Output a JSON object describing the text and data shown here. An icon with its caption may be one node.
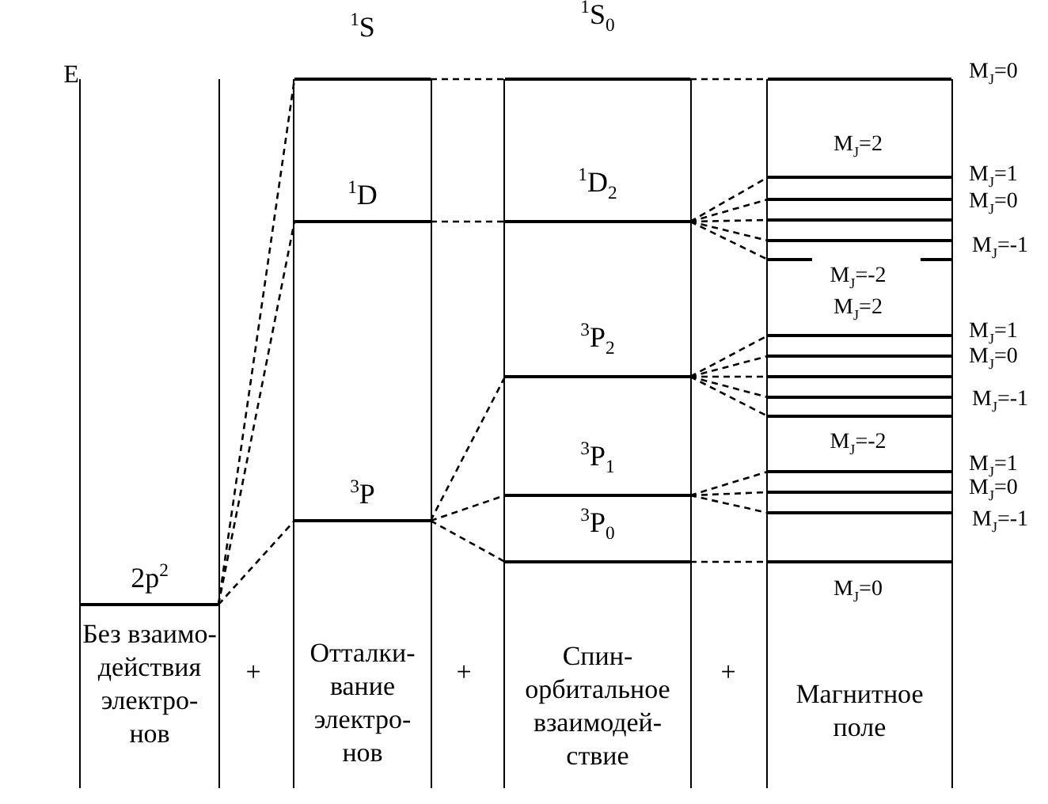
{
  "diagram": {
    "nodes": [
      {
        "text": [
          "Без взаимо- действия электро- нов"
        ]
      },
      {
        "text": [
          "2p$^{2}$"
        ],
        "in": 0
      },
      {
        "text": [
          "Отталки- вание электро- нов"
        ]
      },
      {
        "text": [
          "$^{1}$S"
        ],
        "in": 2
      },
      {
        "text": [
          "$^{1}$D"
        ],
        "in": 2
      },
      {
        "text": [
          "$^{3}$P"
        ],
        "in": 2
      },
      {
        "text": [
          "Спин- орбитальное взаимодей- ствие"
        ]
      },
      {
        "text": [
          "$^{1}$S$_{0}$"
        ],
        "in": 6
      },
      {
        "text": [
          "$^{1}$D$_{2}$"
        ],
        "in": 6
      },
      {
        "text": [
          "$^{3}$P$_{2}$"
        ],
        "in": 6
      },
      {
        "text": [
          "$^{3}$P$_{1}$"
        ],
        "in": 6
      },
      {
        "text": [
          "$^{3}$P$_{0}$"
        ],
        "in": 6
      },
      {
        "text": [
          "Магнитное поле"
        ]
      },
      {
        "text": [],
        "shape": "bar",
        "in": 12
      },
      {
        "text": [],
        "shape": "bar",
        "in": 12
      },
      {
        "text": [],
        "shape": "bar",
        "in": 12
      },
      {
        "text": [],
        "shape": "bar",
        "in": 12
      },
      {
        "text": [],
        "shape": "bar",
        "in": 12
      },
      {
        "text": [],
        "shape": "bar",
        "in": 12
      },
      {
        "text": [],
        "shape": "bar",
        "in": 12
      },
      {
        "text": [],
        "shape": "bar",
        "in": 12
      },
      {
        "text": [],
        "shape": "bar",
        "in": 12
      },
      {
        "text": [],
        "shape": "bar",
        "in": 12
      },
      {
        "text": [],
        "shape": "bar",
        "in": 12
      },
      {
        "text": [],
        "shape": "bar",
        "in": 12
      },
      {
        "text": [],
        "shape": "bar",
        "in": 12
      },
      {
        "text": [],
        "shape": "bar",
        "in": 12
      },
      {
        "text": [],
        "shape": "bar",
        "in": 12
      }
    ],
    "edges": [
      {
        "from": 1,
        "to": 3,
        "arrow": "none",
        "style": "dashed"
      },
      {
        "from": 1,
        "to": 4,
        "arrow": "none",
        "style": "dashed"
      },
      {
        "from": 1,
        "to": 5,
        "arrow": "none",
        "style": "dashed"
      },
      {
        "from": 3,
        "to": 7,
        "arrow": "none",
        "style": "dashed"
      },
      {
        "from": 4,
        "to": 8,
        "arrow": "none",
        "style": "dashed"
      },
      {
        "from": 5,
        "to": 9,
        "arrow": "none",
        "style": "dashed"
      },
      {
        "from": 5,
        "to": 10,
        "arrow": "none",
        "style": "dashed"
      },
      {
        "from": 5,
        "to": 11,
        "arrow": "none",
        "style": "dashed"
      },
      {
        "from": 7,
        "to": 13,
        "arrow": "none",
        "style": "dashed"
      },
      {
        "from": 8,
        "to": 14,
        "arrow": "none",
        "style": "dashed"
      },
      {
        "from": 8,
        "to": 15,
        "arrow": "none",
        "style": "dashed"
      },
      {
        "from": 8,
        "to": 16,
        "arrow": "none",
        "style": "dashed"
      },
      {
        "from": 8,
        "to": 17,
        "arrow": "none",
        "style": "dashed"
      },
      {
        "from": 8,
        "to": 18,
        "arrow": "none",
        "style": "dashed"
      },
      {
        "from": 9,
        "to": 19,
        "arrow": "none",
        "style": "dashed"
      },
      {
        "from": 9,
        "to": 20,
        "arrow": "none",
        "style": "dashed"
      },
      {
        "from": 9,
        "to": 21,
        "arrow": "none",
        "style": "dashed"
      },
      {
        "from": 9,
        "to": 22,
        "arrow": "none",
        "style": "dashed"
      },
      {
        "from": 9,
        "to": 23,
        "arrow": "none",
        "style": "dashed"
      },
      {
        "from": 10,
        "to": 24,
        "arrow": "none",
        "style": "dashed"
      },
      {
        "from": 10,
        "to": 25,
        "arrow": "none",
        "style": "dashed"
      },
      {
        "from": 10,
        "to": 26,
        "arrow": "none",
        "style": "dashed"
      },
      {
        "from": 11,
        "to": 27,
        "arrow": "none",
        "style": "dashed"
      }
    ],
    "labels": [
      "E",
      "M$_{J}$=0",
      "M$_{J}$=2",
      "M$_{J}$=1",
      "M$_{J}$=0",
      "M$_{J}$=-1",
      "M$_{J}$=-2",
      "M$_{J}$=2",
      "M$_{J}$=1",
      "M$_{J}$=0",
      "M$_{J}$=-1",
      "M$_{J}$=-2",
      "M$_{J}$=1",
      "M$_{J}$=0",
      "M$_{J}$=-1",
      "M$_{J}$=0",
      "+",
      "+",
      "+"
    ]
  }
}
